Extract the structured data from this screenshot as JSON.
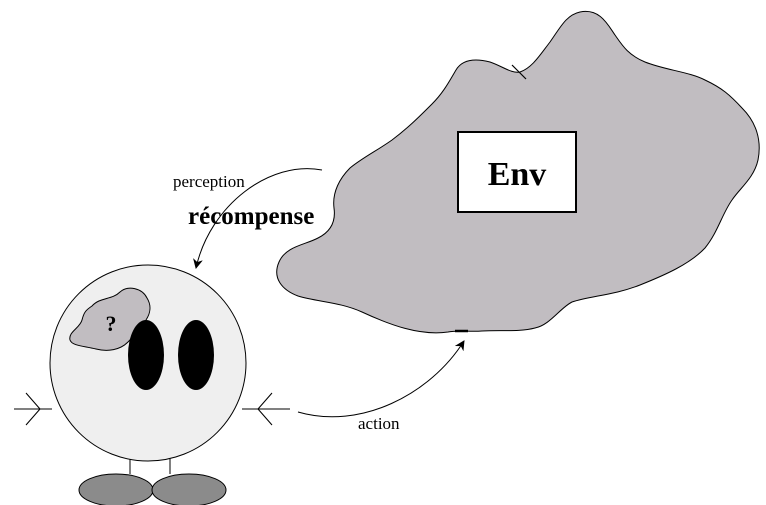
{
  "labels": {
    "environment": "Env",
    "perception": "perception",
    "reward": "récompense",
    "action": "action",
    "unknown_mark": "?"
  },
  "colors": {
    "environment_fill": "#c1bdc1",
    "agent_body_fill": "#efefef",
    "agent_thought_fill": "#c1bdc1",
    "agent_eye_fill": "#000000",
    "agent_foot_fill": "#8b8b8b",
    "env_box_fill": "#ffffff",
    "stroke": "#000000"
  }
}
